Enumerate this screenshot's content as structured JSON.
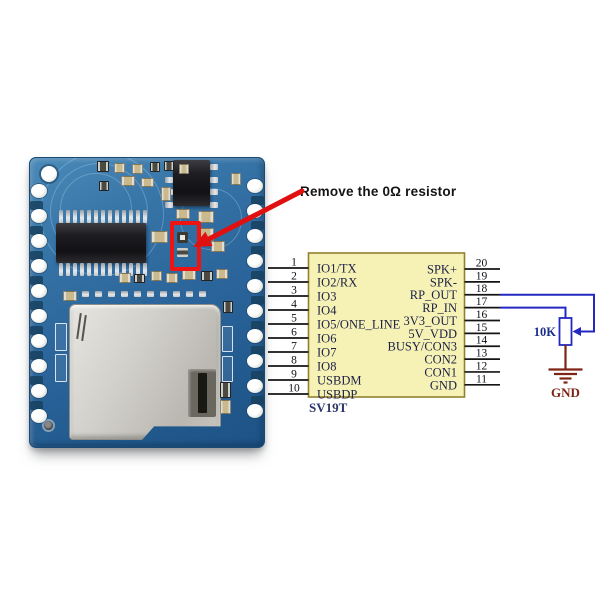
{
  "annotation": {
    "text": "Remove the 0Ω resistor"
  },
  "schematic": {
    "chip_label": "SV19T",
    "left_pins": [
      {
        "num": "1",
        "label": "IO1/TX"
      },
      {
        "num": "2",
        "label": "IO2/RX"
      },
      {
        "num": "3",
        "label": "IO3"
      },
      {
        "num": "4",
        "label": "IO4"
      },
      {
        "num": "5",
        "label": "IO5/ONE_LINE"
      },
      {
        "num": "6",
        "label": "IO6"
      },
      {
        "num": "7",
        "label": "IO7"
      },
      {
        "num": "8",
        "label": "IO8"
      },
      {
        "num": "9",
        "label": "USBDM"
      },
      {
        "num": "10",
        "label": "USBDP"
      }
    ],
    "right_pins": [
      {
        "num": "20",
        "label": "SPK+"
      },
      {
        "num": "19",
        "label": "SPK-"
      },
      {
        "num": "18",
        "label": "RP_OUT"
      },
      {
        "num": "17",
        "label": "RP_IN"
      },
      {
        "num": "16",
        "label": "3V3_OUT"
      },
      {
        "num": "15",
        "label": "5V_VDD"
      },
      {
        "num": "14",
        "label": "BUSY/CON3"
      },
      {
        "num": "13",
        "label": "CON2"
      },
      {
        "num": "12",
        "label": "CON1"
      },
      {
        "num": "11",
        "label": "GND"
      }
    ],
    "potentiometer_value": "10K",
    "ground_label": "GND",
    "colors": {
      "chip_fill": "#f6f2b6",
      "chip_border": "#92802e",
      "wire_blue": "#2328c0",
      "ground_red": "#7d2415",
      "pin_line": "#141414",
      "arrow_red": "#e01010"
    }
  }
}
